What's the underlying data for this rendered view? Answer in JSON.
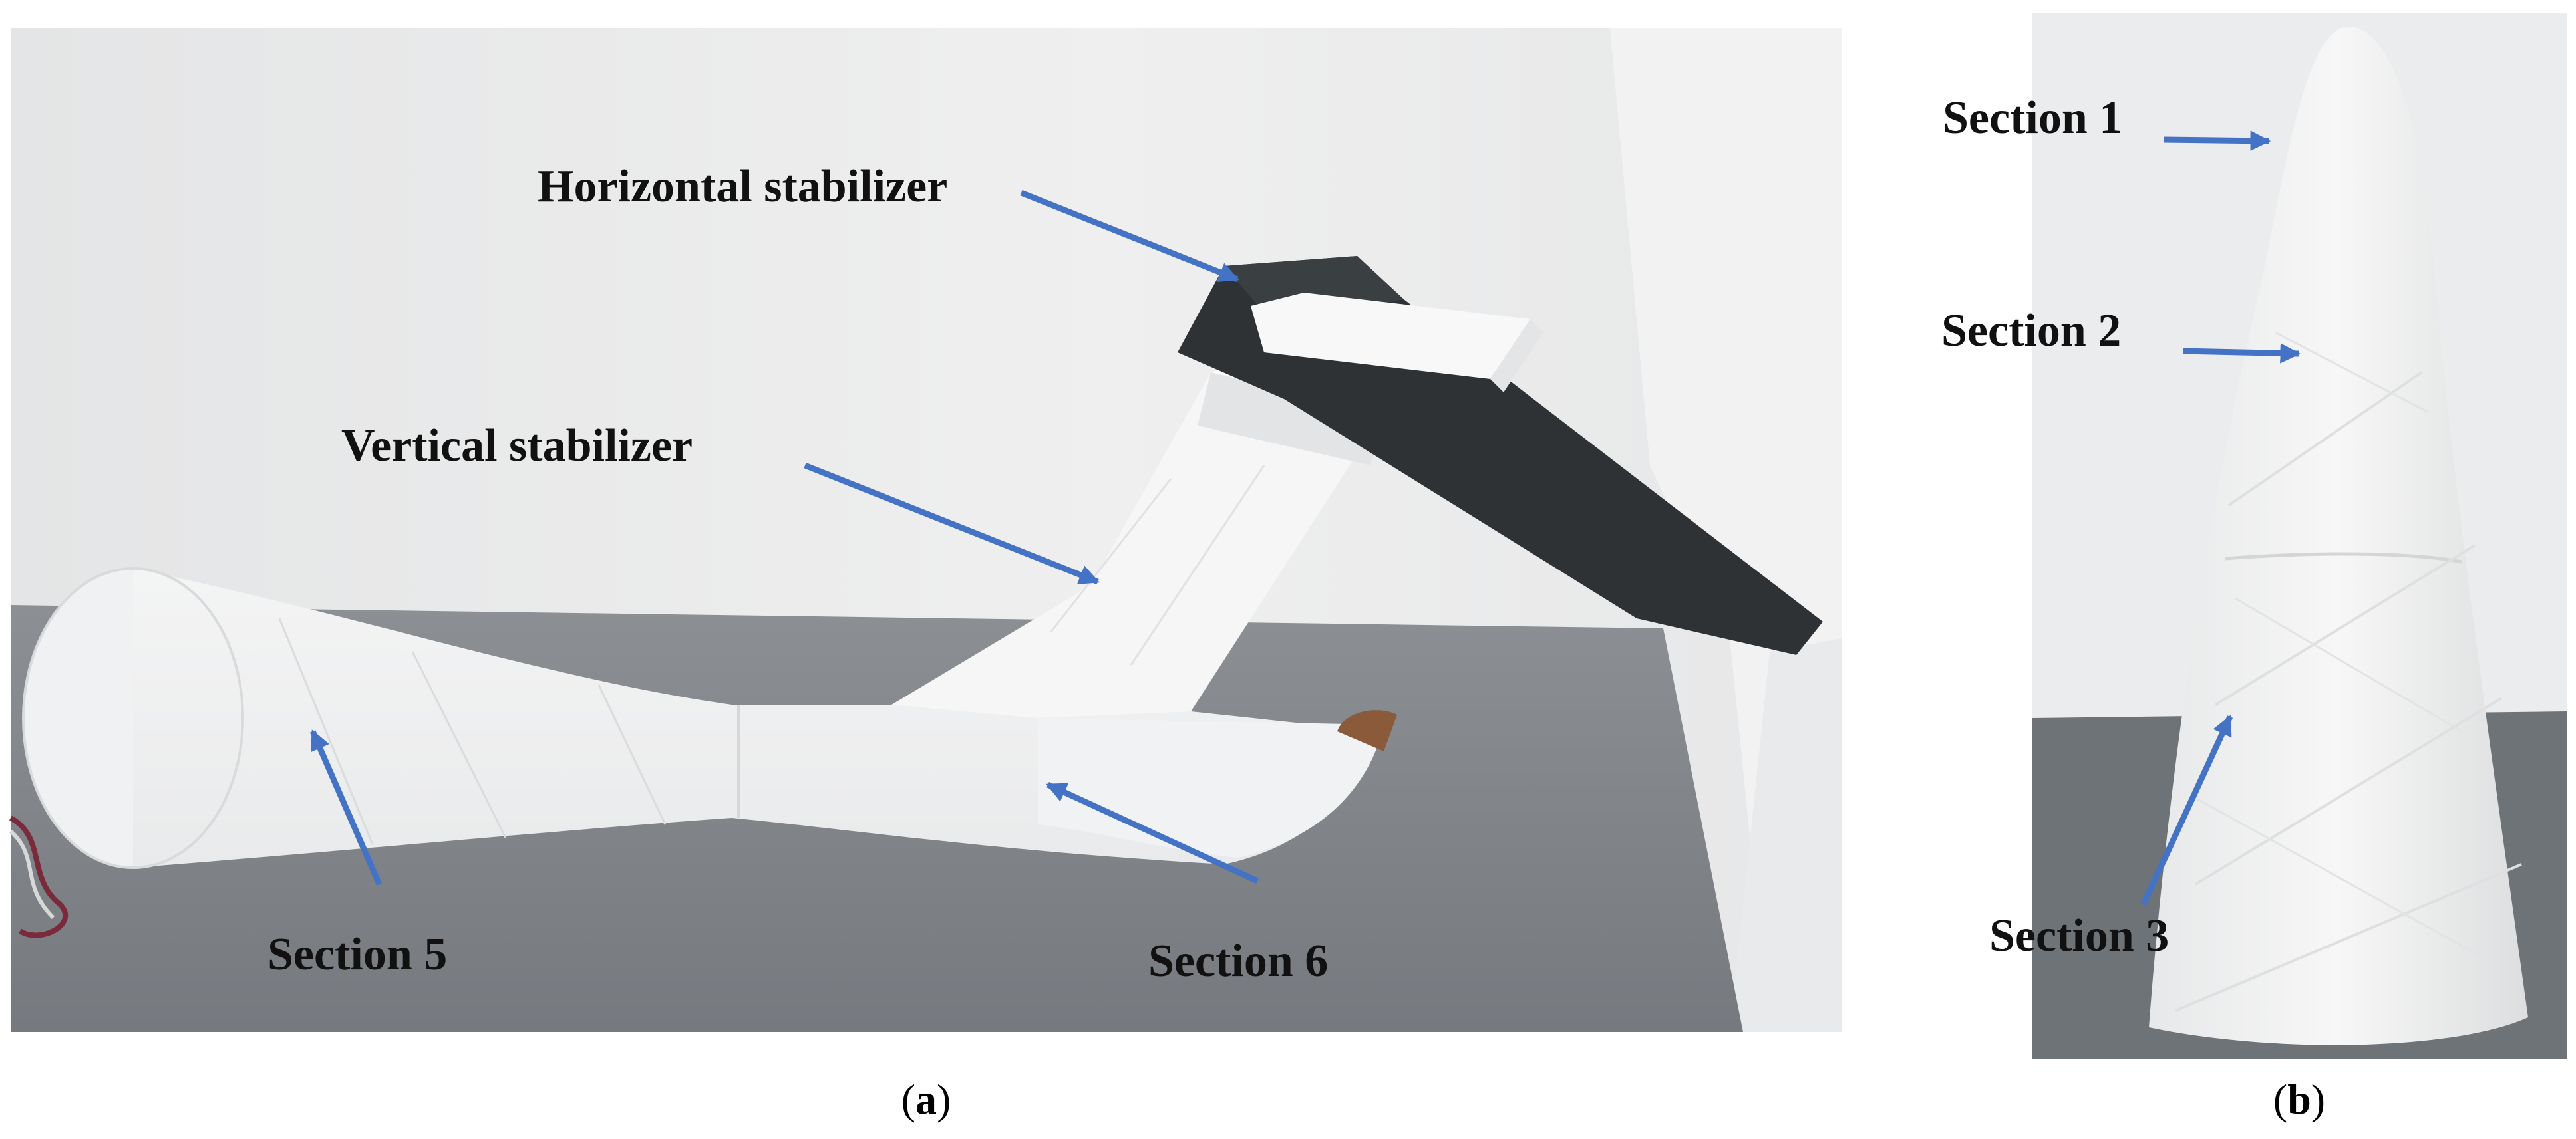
{
  "panels": [
    {
      "caption": {
        "open": "(",
        "letter": "a",
        "close": ")"
      },
      "labels": {
        "horizontal_stabilizer": "Horizontal stabilizer",
        "vertical_stabilizer": "Vertical stabilizer",
        "section_5": "Section 5",
        "section_6": "Section 6"
      }
    },
    {
      "caption": {
        "open": "(",
        "letter": "b",
        "close": ")"
      },
      "labels": {
        "section_1": "Section 1",
        "section_2": "Section 2",
        "section_3": "Section 3"
      }
    }
  ],
  "colors": {
    "arrow": "#4472C4",
    "wall": "#ECECEC",
    "table": "#7F8489",
    "print": "#F3F4F5",
    "stabilizer": "#2E3234"
  }
}
